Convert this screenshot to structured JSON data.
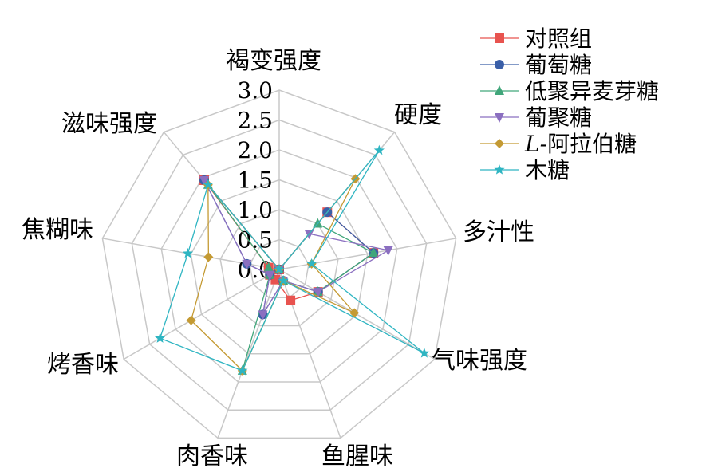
{
  "chart_data": {
    "type": "radar",
    "axes": [
      "褐变强度",
      "硬度",
      "多汁性",
      "气味强度",
      "鱼腥味",
      "肉香味",
      "烤香味",
      "焦糊味",
      "滋味强度"
    ],
    "rlim": [
      0,
      3.0
    ],
    "ticks": [
      "0.0",
      "0.5",
      "1.0",
      "1.5",
      "2.0",
      "2.5",
      "3.0"
    ],
    "grid": true,
    "legend_position": "top-right",
    "series": [
      {
        "name": "对照组",
        "prefix": "",
        "italic_prefix": "",
        "color": "#e8534f",
        "marker": "square",
        "values": [
          0,
          1.25,
          1.6,
          0.75,
          0.55,
          0.18,
          0.18,
          0.18,
          1.95
        ]
      },
      {
        "name": "葡萄糖",
        "prefix": "",
        "italic_prefix": "",
        "color": "#3a5fa8",
        "marker": "circle",
        "values": [
          0,
          1.25,
          1.6,
          0.75,
          0.2,
          0.8,
          0.18,
          0.55,
          1.95
        ]
      },
      {
        "name": "低聚异麦芽糖",
        "prefix": "",
        "italic_prefix": "",
        "color": "#40a67a",
        "marker": "triangle-up",
        "values": [
          0,
          1.0,
          1.6,
          0.75,
          0.2,
          1.8,
          0.18,
          0.18,
          1.85
        ]
      },
      {
        "name": "葡聚糖",
        "prefix": "",
        "italic_prefix": "",
        "color": "#8b6fc0",
        "marker": "triangle-down",
        "values": [
          0,
          0.78,
          1.85,
          0.75,
          0.2,
          0.8,
          0.18,
          0.55,
          1.95
        ]
      },
      {
        "name": "阿拉伯糖",
        "prefix": "",
        "italic_prefix": "L-",
        "color": "#c49a33",
        "marker": "diamond",
        "values": [
          0,
          1.98,
          0.55,
          1.45,
          0.2,
          1.8,
          1.7,
          1.2,
          1.85
        ]
      },
      {
        "name": "木糖",
        "prefix": "",
        "italic_prefix": "",
        "color": "#2fb5c2",
        "marker": "star",
        "values": [
          0,
          2.6,
          0.55,
          2.8,
          0.2,
          1.8,
          2.3,
          1.55,
          1.85
        ]
      }
    ]
  }
}
